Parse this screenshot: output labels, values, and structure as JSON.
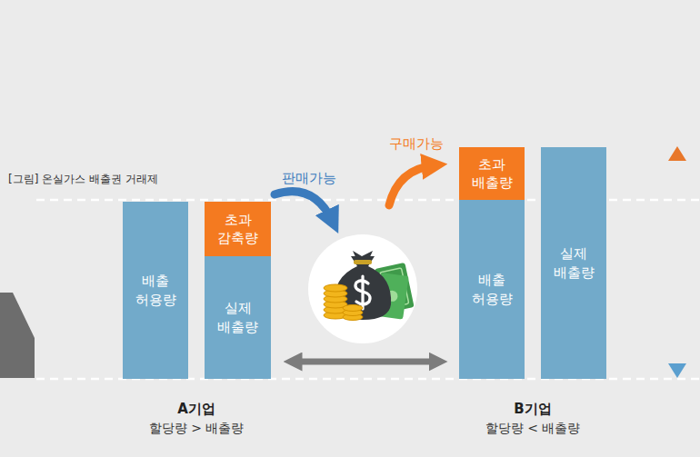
{
  "diagram": {
    "title": "[그림] 온실가스 배출권 거래제",
    "nodes": [
      {
        "text": [
          "배출 허용량"
        ]
      },
      {
        "text": [
          "초과 감축량"
        ]
      },
      {
        "text": [
          "실제 배출량"
        ]
      },
      {
        "text": [
          "초과 배출량"
        ]
      },
      {
        "text": [
          "배출 허용량"
        ]
      },
      {
        "text": [
          "실제 배출량"
        ]
      }
    ],
    "labels": [
      "판매가능",
      "구매가능",
      "A기업",
      "할당량 > 배출량",
      "B기업",
      "할당량 < 배출량"
    ]
  }
}
